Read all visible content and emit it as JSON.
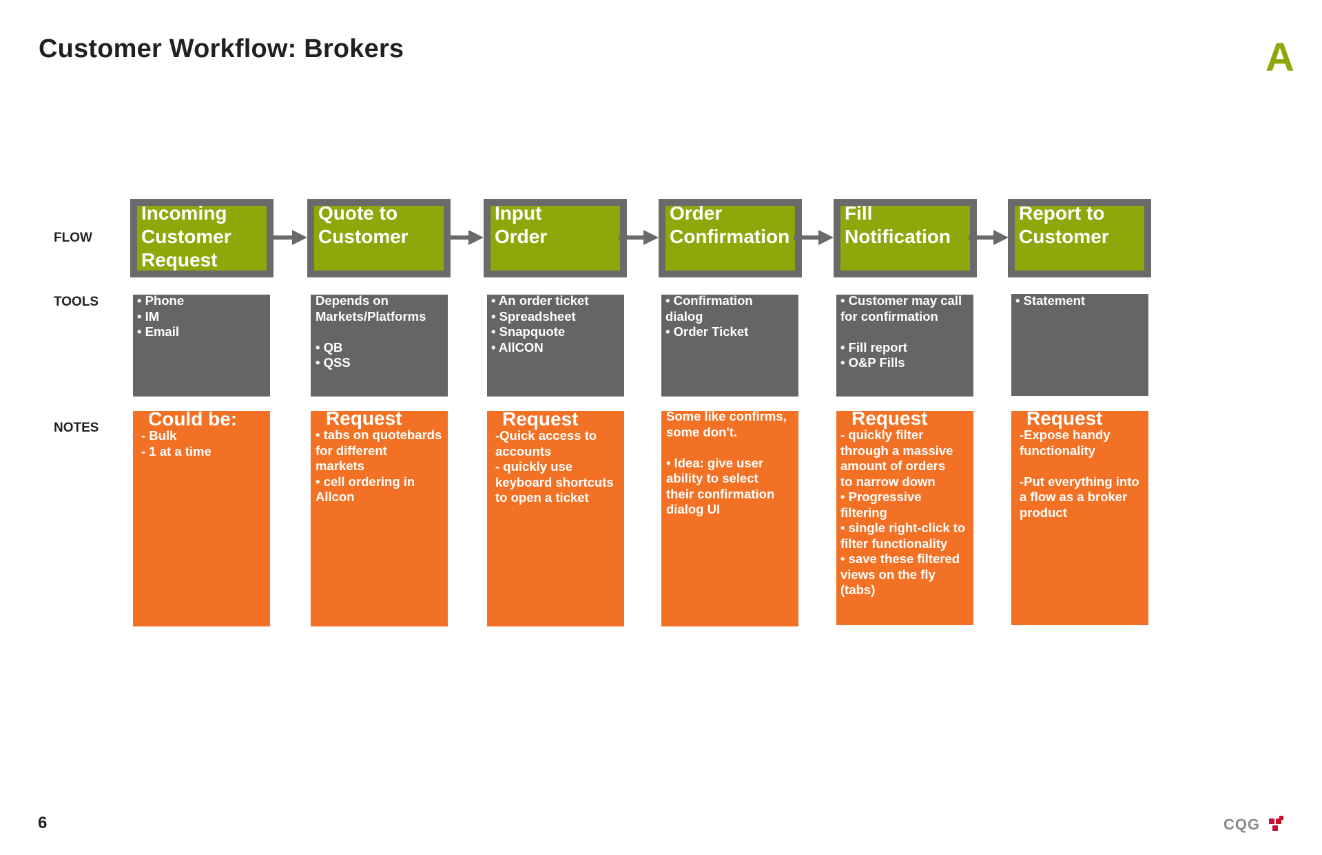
{
  "slide": {
    "title": "Customer Workflow: Brokers",
    "section_letter": "A",
    "page_number": "6",
    "logo_text": "CQG",
    "row_labels": {
      "flow": "FLOW",
      "tools": "TOOLS",
      "notes": "NOTES"
    }
  },
  "colors": {
    "flow_green": "#8ca80b",
    "box_gray": "#6a6a6a",
    "tools_gray": "#656565",
    "notes_orange": "#f27124",
    "arrow_gray": "#6a6a6a",
    "logo_red": "#c8102e"
  },
  "columns": [
    {
      "flow_label": "Incoming\nCustomer\nRequest",
      "tools": [
        "• Phone",
        "• IM",
        "• Email"
      ],
      "notes_heading": "Could be:",
      "notes": [
        "- Bulk",
        "- 1 at a time"
      ]
    },
    {
      "flow_label": "Quote to\nCustomer",
      "tools": [
        "Depends on",
        "   Markets/Platforms",
        "",
        "• QB",
        "• QSS"
      ],
      "notes_heading": "Request",
      "notes": [
        "• tabs on quotebards",
        "   for different",
        "   markets",
        "• cell ordering in",
        "   Allcon"
      ]
    },
    {
      "flow_label": "Input\nOrder",
      "tools": [
        "• An order ticket",
        "• Spreadsheet",
        "• Snapquote",
        "• AllCON"
      ],
      "notes_heading": "Request",
      "notes": [
        "-Quick access to",
        "  accounts",
        "- quickly use",
        "  keyboard shortcuts",
        "  to open a ticket"
      ]
    },
    {
      "flow_label": "Order\nConfirmation",
      "tools": [
        "• Confirmation",
        "   dialog",
        "• Order Ticket"
      ],
      "notes_heading": "",
      "notes": [
        "Some like confirms,",
        "   some don't.",
        "",
        "• Idea: give user",
        "   ability to select",
        "   their confirmation",
        "   dialog UI"
      ]
    },
    {
      "flow_label": "Fill\nNotification",
      "tools": [
        "• Customer may call",
        "   for confirmation",
        "",
        "• Fill report",
        "• O&P Fills"
      ],
      "notes_heading": "Request",
      "notes": [
        " - quickly filter",
        "   through a massive",
        "   amount of orders",
        "   to narrow down",
        "• Progressive",
        "   filtering",
        "• single right-click to",
        "   filter functionality",
        "• save these filtered",
        "   views on the fly",
        "   (tabs)"
      ]
    },
    {
      "flow_label": "Report to\nCustomer",
      "tools": [
        "• Statement"
      ],
      "notes_heading": "Request",
      "notes": [
        "-Expose handy",
        "  functionality",
        "",
        "-Put everything into",
        "  a flow as a broker",
        "  product"
      ]
    }
  ]
}
